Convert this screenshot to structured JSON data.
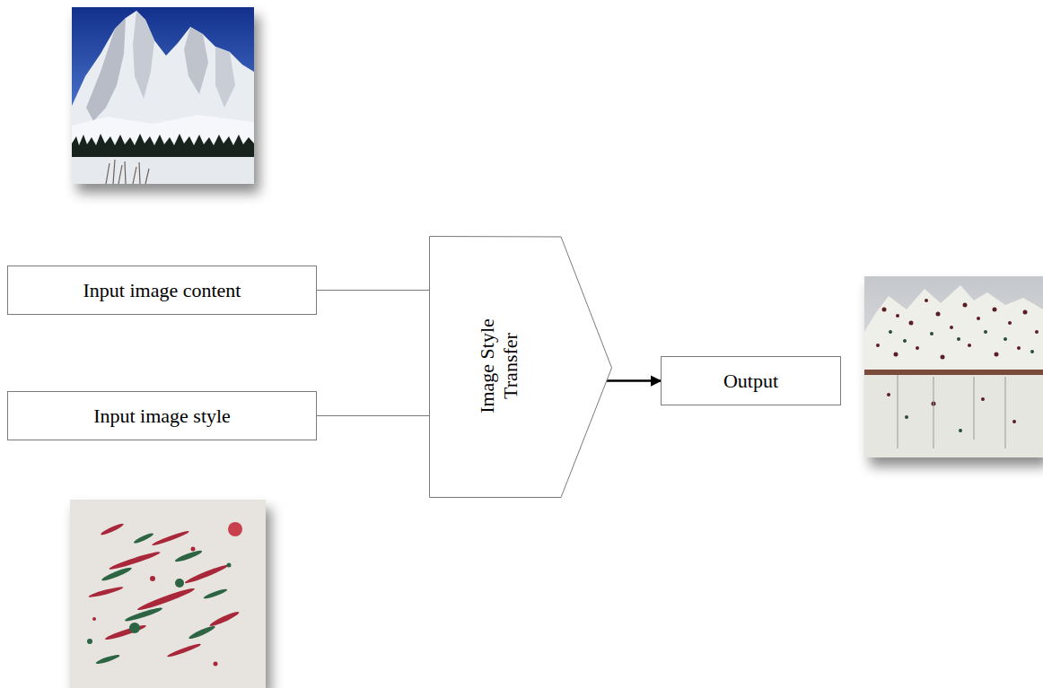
{
  "diagram": {
    "nodes": [
      {
        "text": [
          "Input image content"
        ]
      },
      {
        "text": [
          "Input image style"
        ]
      },
      {
        "text": [
          "Image Style Transfer"
        ]
      },
      {
        "text": [
          "Output"
        ]
      }
    ],
    "edges": [
      {
        "from": 0,
        "to": 2,
        "arrow": "none"
      },
      {
        "from": 1,
        "to": 2,
        "arrow": "none"
      },
      {
        "from": 2,
        "to": 3,
        "arrow": "to"
      }
    ]
  }
}
